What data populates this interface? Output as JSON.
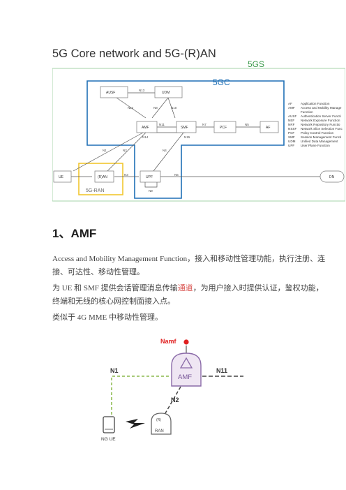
{
  "figure1": {
    "title": "5G Core network and 5G-(R)AN",
    "label_5gs": "5GS",
    "label_5gc": "5GC",
    "label_5gran": "5G-RAN",
    "nodes": {
      "ausf": "AUSF",
      "udm": "UDM",
      "amf": "AMF",
      "smf": "SMF",
      "pcf": "PCF",
      "af": "AF",
      "ue": "UE",
      "ran": "(R)AN",
      "upf": "UPF",
      "dn": "DN"
    },
    "interfaces": {
      "n13": "N13",
      "n12": "N12",
      "n8": "N8",
      "n10": "N10",
      "n11": "N11",
      "n7": "N7",
      "n5": "N5",
      "n14": "N14",
      "n15": "N15",
      "n1": "N1",
      "n2": "N2",
      "n4": "N4",
      "n3": "N3",
      "n6": "N6",
      "n9": "N9"
    },
    "legend": [
      {
        "abbr": "AF",
        "desc": "Application Function"
      },
      {
        "abbr": "AMF",
        "desc": "Access and Mobility Manage"
      },
      {
        "abbr": "",
        "desc": "Function"
      },
      {
        "abbr": "AUSF",
        "desc": "Authentication Server Functi"
      },
      {
        "abbr": "NEF",
        "desc": "Network Exposure Function"
      },
      {
        "abbr": "NRF",
        "desc": "Network Repository Functio"
      },
      {
        "abbr": "NSSF",
        "desc": "Network Slice Selection Func"
      },
      {
        "abbr": "PCF",
        "desc": "Policy Control Function"
      },
      {
        "abbr": "SMF",
        "desc": "Session Management Functi"
      },
      {
        "abbr": "UDM",
        "desc": "Unified Data Management"
      },
      {
        "abbr": "UPF",
        "desc": "User Plane Function"
      }
    ]
  },
  "heading": "1、AMF",
  "paragraphs": {
    "p1": "Access and Mobility Management Function，接入和移动性管理功能，执行注册、连接、可达性、移动性管理。",
    "p2_before": "为 UE 和 SMF 提供会话管理消息传输",
    "p2_highlight": "通道",
    "p2_after": "，为用户接入时提供认证，鉴权功能，终端和无线的核心网控制面接入点。",
    "p3": "类似于 4G MME 中移动性管理。"
  },
  "figure2": {
    "namf": "Namf",
    "amf": "AMF",
    "n1": "N1",
    "n2": "N2",
    "n11": "N11",
    "ng_ue": "NG UE",
    "ran_top": "(R)",
    "ran_bottom": "RAN"
  },
  "colors": {
    "blue": "#1f6fb5",
    "green_label": "#3a9a4a",
    "yellow": "#f2c62f",
    "dashed_green": "#8ab84a",
    "purple": "#7a5a9a",
    "red": "#e02020",
    "highlight": "#d9534f"
  }
}
